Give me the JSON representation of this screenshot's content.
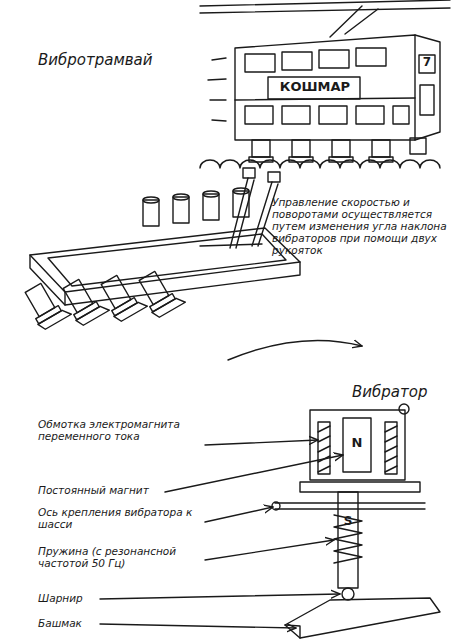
{
  "diagram": {
    "labels": [
      "Вибротрамвай",
      "КОШМАР",
      "7",
      "Управление скоростью и поворотами осуществляется путем изменения угла наклона вибраторов при помощи двух рукояток",
      "Вибратор",
      "Обмотка электромагнита переменного тока",
      "N",
      "Постоянный магнит",
      "Ось крепления вибратора к шасси",
      "S",
      "Пружина (с резонансной частотой 50 Гц)",
      "Шарнир",
      "Башмак"
    ]
  }
}
